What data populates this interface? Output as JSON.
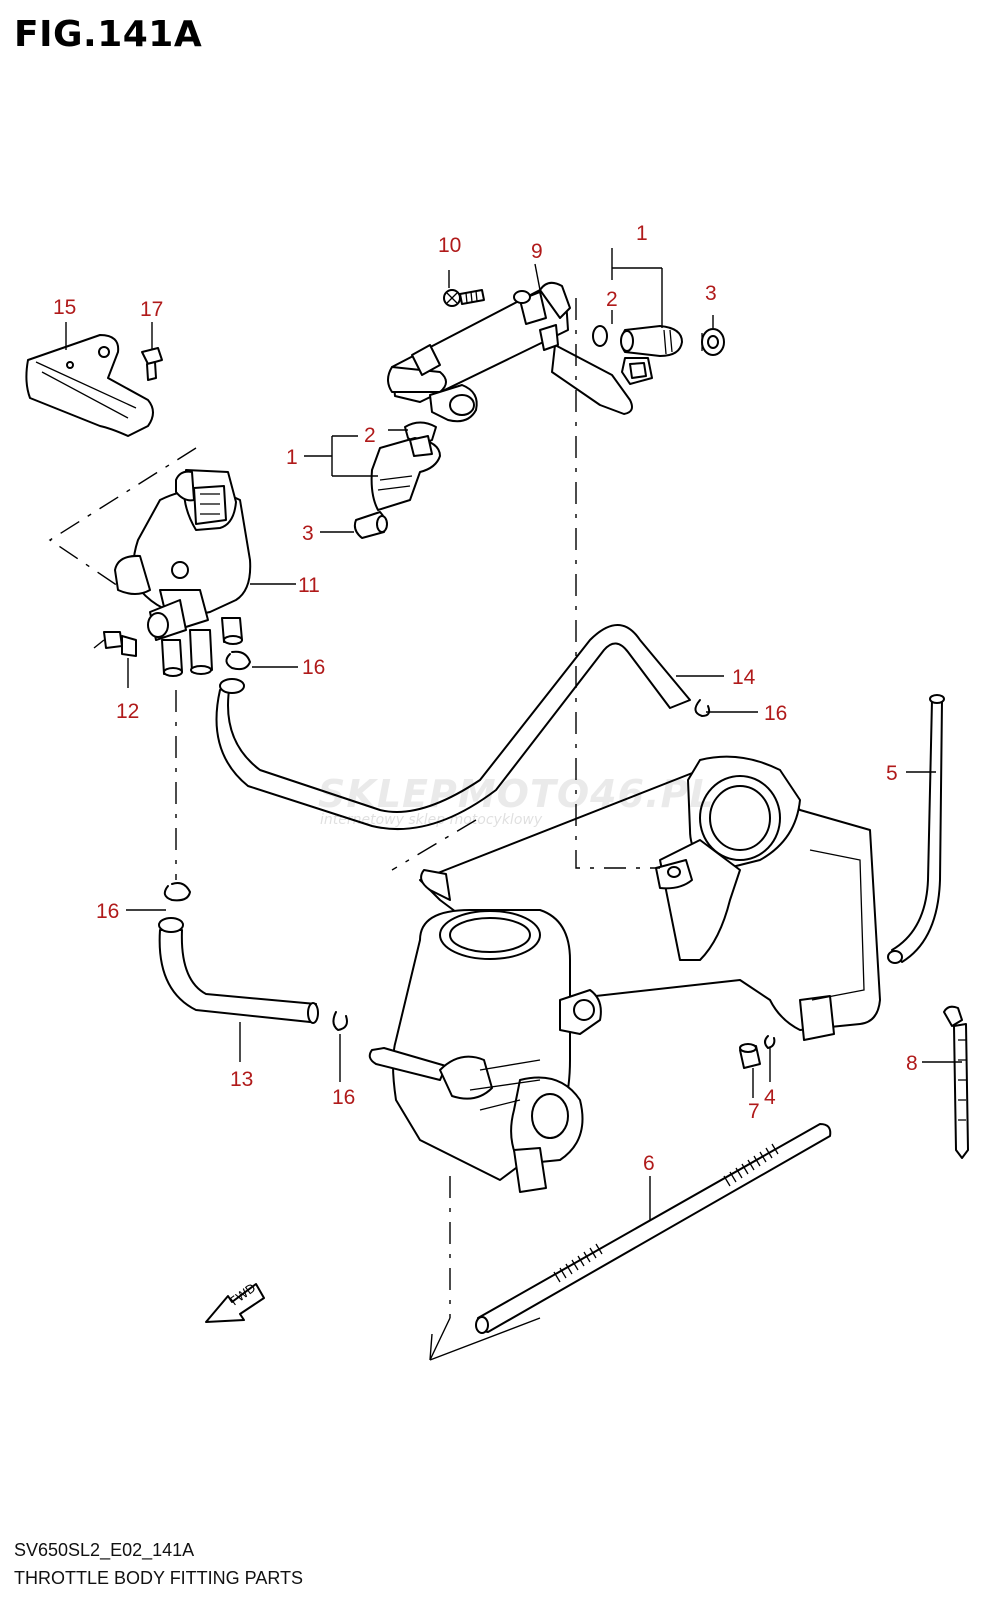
{
  "figure": {
    "title": "FIG.141A",
    "code": "SV650SL2_E02_141A",
    "description": "THROTTLE BODY FITTING PARTS"
  },
  "watermark": {
    "brand": "SKLEPMOTO46.PL",
    "tagline": "internetowy sklep motocyklowy"
  },
  "fwd_label": "FWD",
  "callouts": {
    "c1_top": "1",
    "c2_top": "2",
    "c3_top": "3",
    "c9": "9",
    "c10": "10",
    "c15": "15",
    "c17": "17",
    "c1_mid": "1",
    "c2_mid": "2",
    "c3_mid": "3",
    "c11": "11",
    "c16_a": "16",
    "c12": "12",
    "c14": "14",
    "c16_b": "16",
    "c5": "5",
    "c16_c": "16",
    "c13": "13",
    "c16_d": "16",
    "c7": "7",
    "c4": "4",
    "c8": "8",
    "c6": "6"
  },
  "colors": {
    "callout": "#b01a1a",
    "line": "#000000"
  }
}
